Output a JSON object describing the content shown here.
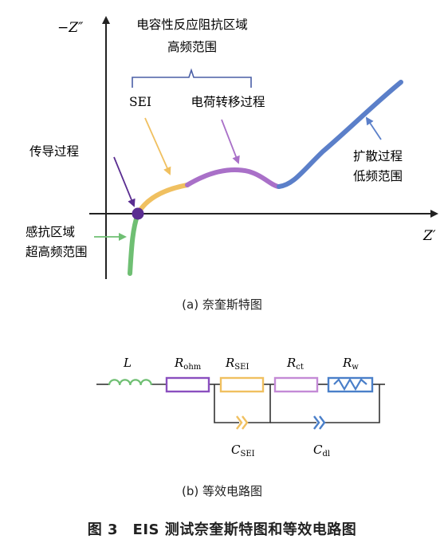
{
  "nyquist": {
    "axis_y_label": "−Z″",
    "axis_x_label": "Z′",
    "annotations": {
      "capacitive_line1": "电容性反应阻抗区域",
      "capacitive_line2": "高频范围",
      "sei": "SEI",
      "charge_transfer": "电荷转移过程",
      "conduction": "传导过程",
      "inductive_line1": "感抗区域",
      "inductive_line2": "超高频范围",
      "diffusion_line1": "扩散过程",
      "diffusion_line2": "低频范围"
    },
    "colors": {
      "inductive": "#6fbf73",
      "sei": "#f0c060",
      "charge_transfer": "#a970c8",
      "diffusion": "#5b7fc9",
      "conduction_point": "#5a2d91",
      "bracket": "#4a5fa6"
    },
    "caption": "(a) 奈奎斯特图"
  },
  "circuit": {
    "labels": {
      "L": "L",
      "R_ohm": "R",
      "R_ohm_sub": "ohm",
      "R_sei": "R",
      "R_sei_sub": "SEI",
      "R_ct": "R",
      "R_ct_sub": "ct",
      "R_w": "R",
      "R_w_sub": "w",
      "C_sei": "C",
      "C_sei_sub": "SEI",
      "C_dl": "C",
      "C_dl_sub": "dl"
    },
    "colors": {
      "inductor": "#6fbf73",
      "r_ohm": "#8a4fbf",
      "r_sei": "#f0c060",
      "r_ct": "#c48ad6",
      "r_w": "#4a7fc9",
      "c_sei": "#f0c060",
      "c_dl": "#4a7fc9"
    },
    "caption": "(b) 等效电路图"
  },
  "figure_caption": "图 3　EIS 测试奈奎斯特图和等效电路图"
}
